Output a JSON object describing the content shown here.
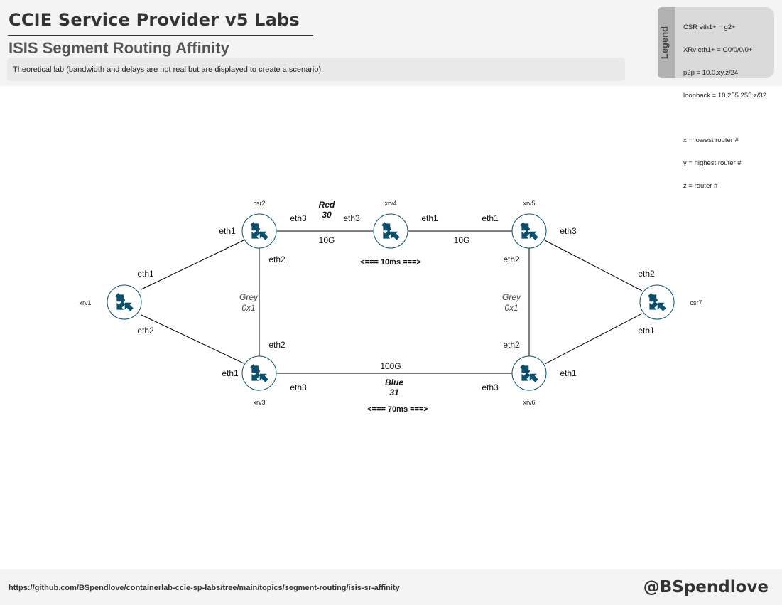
{
  "header": {
    "title": "CCIE Service Provider v5 Labs",
    "subtitle": "ISIS Segment Routing Affinity",
    "description": "Theoretical lab (bandwidth and delays are not real but are displayed to create a scenario)."
  },
  "legend": {
    "label": "Legend",
    "lines": [
      "CSR eth1+ = g2+",
      "XRv eth1+ = G0/0/0/0+",
      "p2p = 10.0.xy.z/24",
      "loopback = 10.255.255.z/32",
      "",
      "x = lowest router #",
      "y = highest router #",
      "z = router #"
    ]
  },
  "routers": {
    "xrv1": "xrv1",
    "csr2": "csr2",
    "xrv3": "xrv3",
    "xrv4": "xrv4",
    "xrv5": "xrv5",
    "xrv6": "xrv6",
    "csr7": "csr7"
  },
  "ports": {
    "xrv1_eth1": "eth1",
    "xrv1_eth2": "eth2",
    "csr2_eth1": "eth1",
    "csr2_eth3": "eth3",
    "csr2_eth2": "eth2",
    "xrv4_eth3": "eth3",
    "xrv4_eth1": "eth1",
    "xrv5_eth1": "eth1",
    "xrv5_eth3": "eth3",
    "xrv5_eth2": "eth2",
    "xrv3_eth2": "eth2",
    "xrv3_eth1": "eth1",
    "xrv3_eth3": "eth3",
    "xrv6_eth2": "eth2",
    "xrv6_eth3": "eth3",
    "xrv6_eth1": "eth1",
    "csr7_eth2": "eth2",
    "csr7_eth1": "eth1"
  },
  "links": {
    "csr2_xrv4_bw": "10G",
    "xrv4_xrv5_bw": "10G",
    "xrv3_xrv6_bw": "100G",
    "red_name": "Red",
    "red_value": "30",
    "blue_name": "Blue",
    "blue_value": "31",
    "grey_left_name": "Grey",
    "grey_left_value": "0x1",
    "grey_right_name": "Grey",
    "grey_right_value": "0x1",
    "top_delay": "<=== 10ms ===>",
    "bottom_delay": "<=== 70ms ===>"
  },
  "footer": {
    "url": "https://github.com/BSpendlove/containerlab-ccie-sp-labs/tree/main/topics/segment-routing/isis-sr-affinity",
    "handle": "@BSpendlove"
  },
  "colors": {
    "router_arrow": "#0b4f6c",
    "router_outline": "#0b4f6c",
    "link": "#000000",
    "header_bg": "#f4f4f4"
  }
}
